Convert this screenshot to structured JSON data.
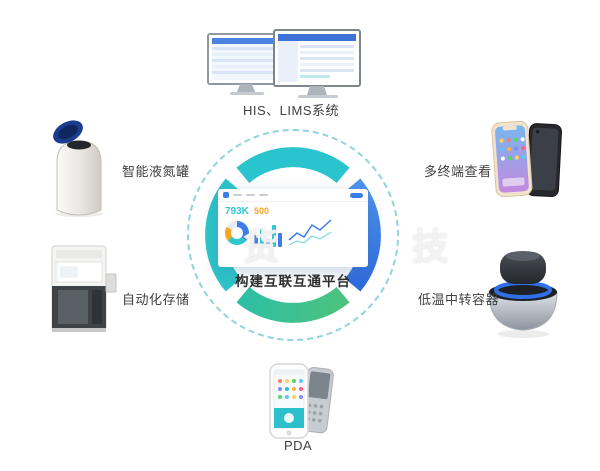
{
  "canvas": {
    "background": "#ffffff"
  },
  "center": {
    "title": "构建互联互通平台",
    "dashboard": {
      "stat_primary": "793K",
      "stat_secondary": "500"
    }
  },
  "nodes": {
    "his_lims": {
      "label": "HIS、LIMS系统"
    },
    "tank": {
      "label": "智能液氮罐"
    },
    "storage": {
      "label": "自动化存储"
    },
    "terminal": {
      "label": "多终端查看"
    },
    "cryo": {
      "label": "低温中转容器"
    },
    "pda": {
      "label": "PDA"
    }
  },
  "watermark": {
    "frag_left": "货",
    "frag_right": "技"
  },
  "colors": {
    "ring_teal": "#2AC4CE",
    "ring_blue": "#3B7DE9",
    "ring_green": "#4CBE82",
    "dashed_circle": "#8FD4DE",
    "accent_orange": "#F5A623"
  }
}
